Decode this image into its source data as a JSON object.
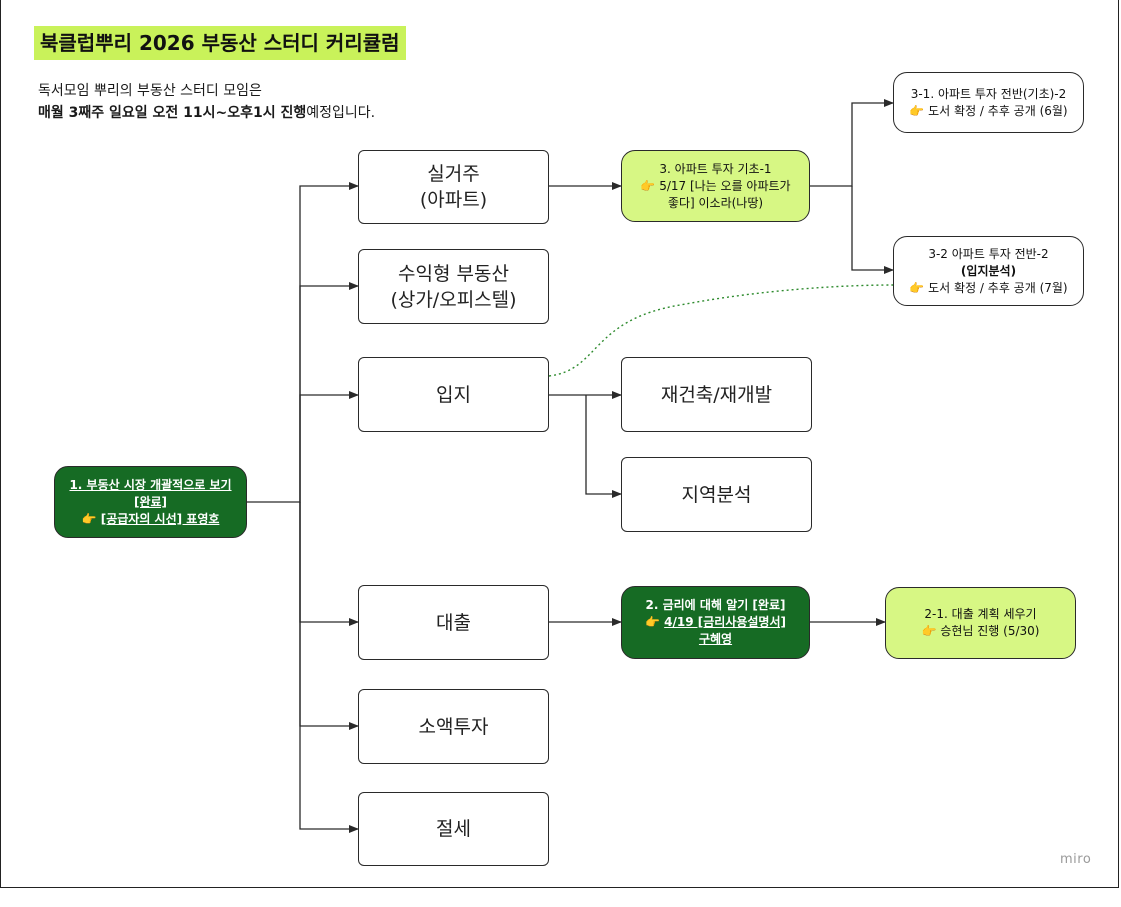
{
  "title": "북클럽뿌리 2026 부동산 스터디 커리큘럼",
  "intro": {
    "line1": "독서모임 뿌리의 부동산 스터디 모임은",
    "line2_bold": "매월 3째주 일요일 오전 11시~오후1시 진행",
    "line2_rest": "예정입니다."
  },
  "root": {
    "line1": "1. 부동산 시장 개괄적으로 보기",
    "line2": "[완료]",
    "line3": "[공급자의 시선] 표영호"
  },
  "categories": {
    "residential": {
      "line1": "실거주",
      "line2": "(아파트)"
    },
    "income": {
      "line1": "수익형 부동산",
      "line2": "(상가/오피스텔)"
    },
    "location": "입지",
    "loan": "대출",
    "small_invest": "소액투자",
    "tax": "절세"
  },
  "location_children": {
    "redev": "재건축/재개발",
    "regional": "지역분석"
  },
  "apt_basic": {
    "line1": "3. 아파트 투자 기초-1",
    "line2": "5/17 [나는 오를 아파트가",
    "line3": "좋다] 이소라(나땅)"
  },
  "apt_31": {
    "line1": "3-1. 아파트 투자 전반(기초)-2",
    "line2": "도서 확정 / 추후 공개 (6월)"
  },
  "apt_32": {
    "line1": "3-2 아파트 투자 전반-2",
    "line2": "(입지분석)",
    "line3": "도서 확정 / 추후 공개 (7월)"
  },
  "interest": {
    "line1": "2. 금리에 대해 알기 [완료]",
    "line2": "4/19 [금리사용설명서]",
    "line3": "구혜영"
  },
  "loan_plan": {
    "line1": "2-1. 대출 계획 세우기",
    "line2": "승현님 진행 (5/30)"
  },
  "icons": {
    "pointing_hand": "👉"
  },
  "watermark": "miro",
  "colors": {
    "title_bg": "#c9f25a",
    "dark_green": "#166b24",
    "lime": "#d7f784",
    "dotted_link": "#2e8b2e"
  }
}
